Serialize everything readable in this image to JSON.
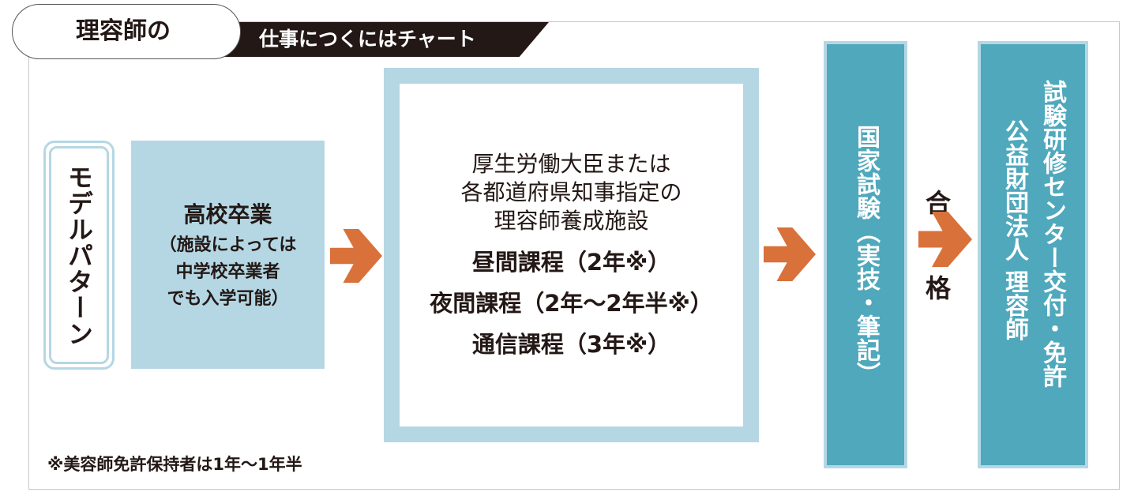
{
  "header": {
    "title_cloud": "理容師の",
    "title_banner": "仕事につくにはチャート"
  },
  "model": {
    "label": "モデルパターン"
  },
  "highschool": {
    "title": "高校卒業",
    "notes": [
      "（施設によっては",
      "中学校卒業者",
      "でも入学可能）"
    ]
  },
  "school": {
    "lines": [
      "厚生労働大臣または",
      "各都道府県知事指定の",
      "理容師養成施設"
    ],
    "courses": [
      "昼間課程（2年※）",
      "夜間課程（2年〜2年半※）",
      "通信課程（3年※）"
    ]
  },
  "exam": {
    "label": "国家試験（実技・筆記）"
  },
  "pass": {
    "top": "合",
    "bottom": "格"
  },
  "license": {
    "line1": "公益財団法人 理容師",
    "line2": "試験研修センター交付・免許"
  },
  "footnote": "※美容師免許保持者は1年〜1年半",
  "colors": {
    "light_blue": "#b5d7e4",
    "teal": "#4fa8bc",
    "orange": "#d9713a",
    "dark": "#231815"
  }
}
